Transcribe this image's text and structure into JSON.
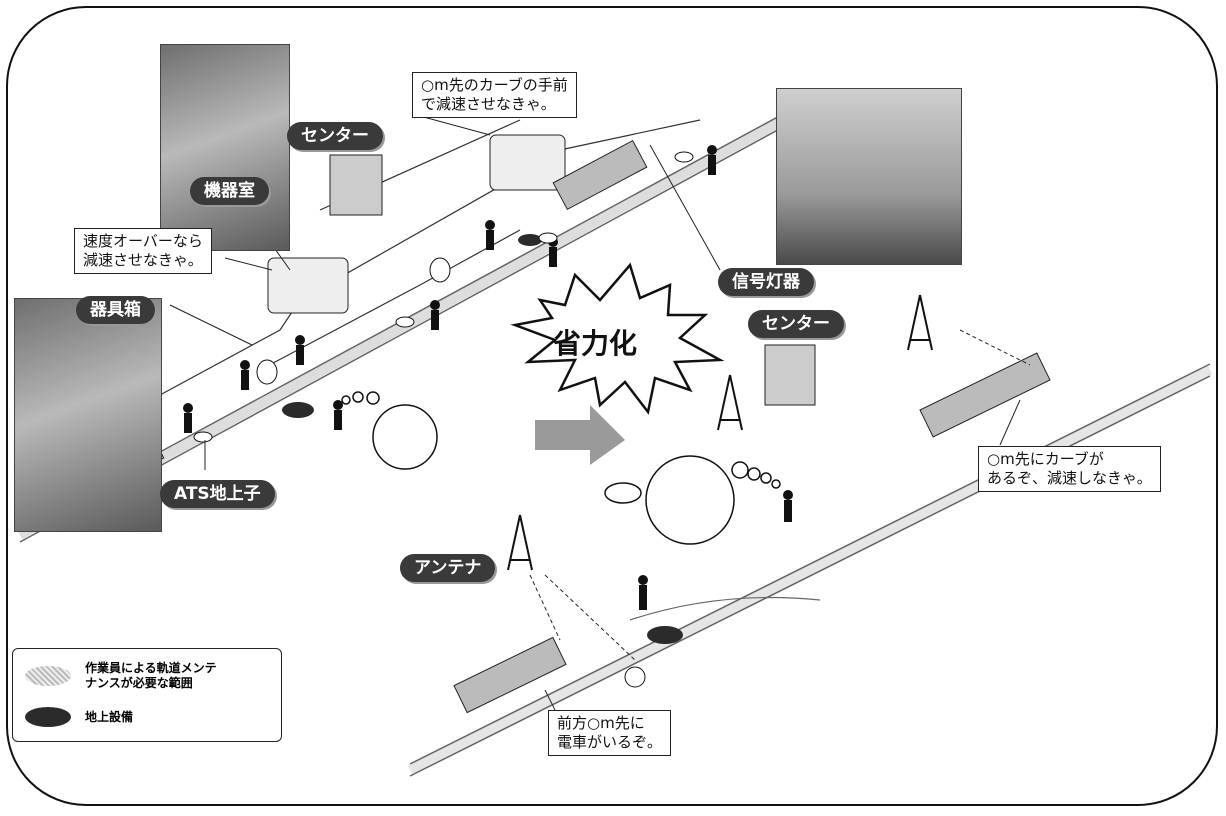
{
  "labels": {
    "center_1": "センター",
    "center_2": "センター",
    "equipment_room": "機器室",
    "equipment_box": "器具箱",
    "ats_ground": "ATS地上子",
    "signal_light": "信号灯器",
    "antenna": "アンテナ",
    "labor_saving": "省力化"
  },
  "bubbles": {
    "curve_ahead": [
      "○m先のカーブの手前",
      "で減速させなきゃ。"
    ],
    "speed_over": [
      "速度オーバーなら",
      "減速させなきゃ。"
    ],
    "curve_warning": [
      "○m先にカーブが",
      "あるぞ、減速しなきゃ。"
    ],
    "train_ahead": [
      "前方○m先に",
      "電車がいるぞ。"
    ]
  },
  "legend": {
    "maintenance_area": [
      "作業員による軌道メンテ",
      "ナンスが必要な範囲"
    ],
    "ground_equipment": "地上設備"
  },
  "colors": {
    "line": "#222222",
    "label_bg": "#3a3a3a",
    "arrow": "#9a9a9a"
  }
}
